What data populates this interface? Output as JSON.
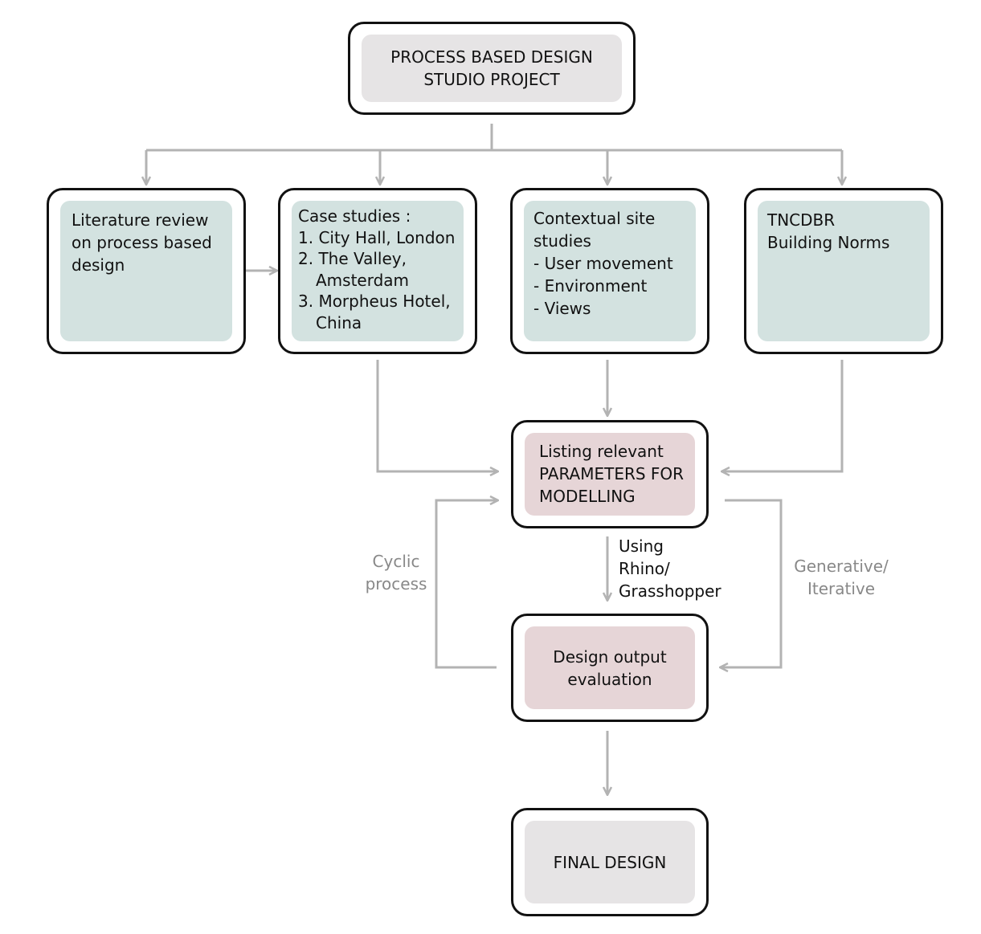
{
  "nodes": {
    "project": {
      "lines": [
        "PROCESS BASED DESIGN",
        "STUDIO PROJECT"
      ]
    },
    "literature": {
      "lines": [
        "Literature review",
        "on process based",
        "design"
      ]
    },
    "case_studies": {
      "lines": [
        "Case studies :",
        "1. City Hall, London",
        "2. The Valley,",
        "Amsterdam",
        "3. Morpheus Hotel,",
        "China"
      ]
    },
    "site_studies": {
      "lines": [
        "Contextual site",
        "studies",
        "- User movement",
        "- Environment",
        "- Views"
      ]
    },
    "norms": {
      "lines": [
        "TNCDBR",
        "Building Norms"
      ]
    },
    "parameters": {
      "lines": [
        "Listing relevant",
        "PARAMETERS FOR",
        "MODELLING"
      ]
    },
    "evaluation": {
      "lines": [
        "Design output",
        "evaluation"
      ]
    },
    "final": {
      "lines": [
        "FINAL DESIGN"
      ]
    }
  },
  "labels": {
    "cyclic": [
      "Cyclic",
      "process"
    ],
    "tool": [
      "Using",
      "Rhino/",
      "Grasshopper"
    ],
    "generative": [
      "Generative/",
      "Iterative"
    ]
  },
  "colors": {
    "connector": "#b3b3b3",
    "border": "#111111",
    "fill_grey": "#e6e4e5",
    "fill_teal": "#d3e2e0",
    "fill_rose": "#e6d5d7"
  }
}
